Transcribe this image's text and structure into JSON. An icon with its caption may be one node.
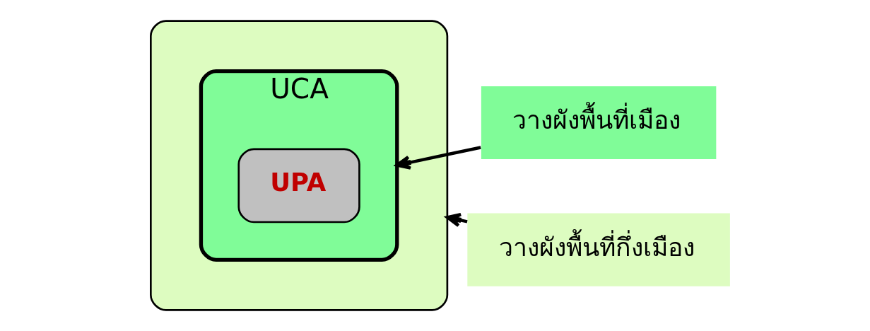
{
  "diagram": {
    "nodes": [
      {
        "text": [],
        "shape": "ellipse"
      },
      {
        "text": [
          "UCA"
        ],
        "in": 0
      },
      {
        "text": [
          "UPA"
        ],
        "in": 1
      },
      {
        "text": [
          "วางผังพื้นที่เมือง"
        ]
      },
      {
        "text": [
          "วางผังพื้นที่กึ่งเมือง"
        ]
      }
    ],
    "edges": [
      {
        "from": 3,
        "to": 1,
        "arrow": "to"
      },
      {
        "from": 4,
        "to": 0,
        "arrow": "to"
      }
    ]
  }
}
